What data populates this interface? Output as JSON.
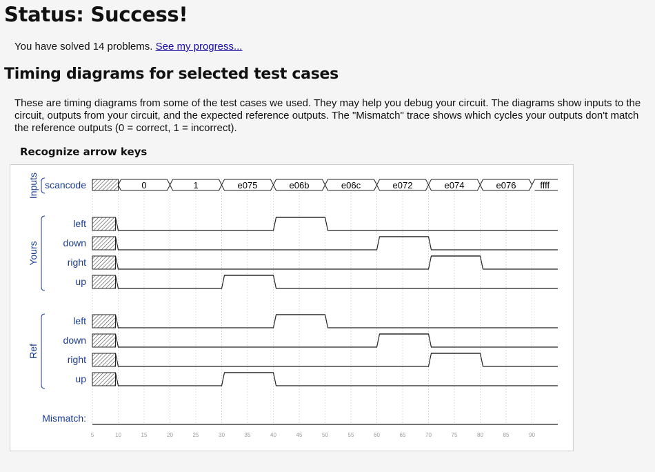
{
  "status": {
    "title": "Status: Success!"
  },
  "progress": {
    "text": "You have solved 14 problems.",
    "link": "See my progress..."
  },
  "section": {
    "title": "Timing diagrams for selected test cases"
  },
  "description": "These are timing diagrams from some of the test cases we used. They may help you debug your circuit. The diagrams show inputs to the circuit, outputs from your circuit, and the expected reference outputs. The \"Mismatch\" trace shows which cycles your outputs don't match the reference outputs (0 = correct, 1 = incorrect).",
  "testcase": {
    "title": "Recognize arrow keys"
  },
  "groups": {
    "inputs": "Inputs",
    "yours": "Yours",
    "ref": "Ref"
  },
  "signals": {
    "scancode": "scancode",
    "left": "left",
    "down": "down",
    "right": "right",
    "up": "up",
    "mismatch": "Mismatch:"
  },
  "bus_values": [
    "0",
    "1",
    "e075",
    "e06b",
    "e06c",
    "e072",
    "e074",
    "e076",
    "ffff"
  ],
  "time_ticks": [
    "5",
    "10",
    "15",
    "20",
    "25",
    "30",
    "35",
    "40",
    "45",
    "50",
    "55",
    "60",
    "65",
    "70",
    "75",
    "80",
    "85",
    "90"
  ],
  "waves": {
    "yours": {
      "left": [
        0,
        0,
        0,
        1,
        0,
        0,
        0,
        0,
        0
      ],
      "down": [
        0,
        0,
        0,
        0,
        0,
        1,
        0,
        0,
        0
      ],
      "right": [
        0,
        0,
        0,
        0,
        0,
        0,
        1,
        0,
        0
      ],
      "up": [
        0,
        0,
        1,
        0,
        0,
        0,
        0,
        0,
        0
      ]
    },
    "ref": {
      "left": [
        0,
        0,
        0,
        1,
        0,
        0,
        0,
        0,
        0
      ],
      "down": [
        0,
        0,
        0,
        0,
        0,
        1,
        0,
        0,
        0
      ],
      "right": [
        0,
        0,
        0,
        0,
        0,
        0,
        1,
        0,
        0
      ],
      "up": [
        0,
        0,
        1,
        0,
        0,
        0,
        0,
        0,
        0
      ]
    },
    "mismatch": [
      0,
      0,
      0,
      0,
      0,
      0,
      0,
      0,
      0
    ]
  }
}
